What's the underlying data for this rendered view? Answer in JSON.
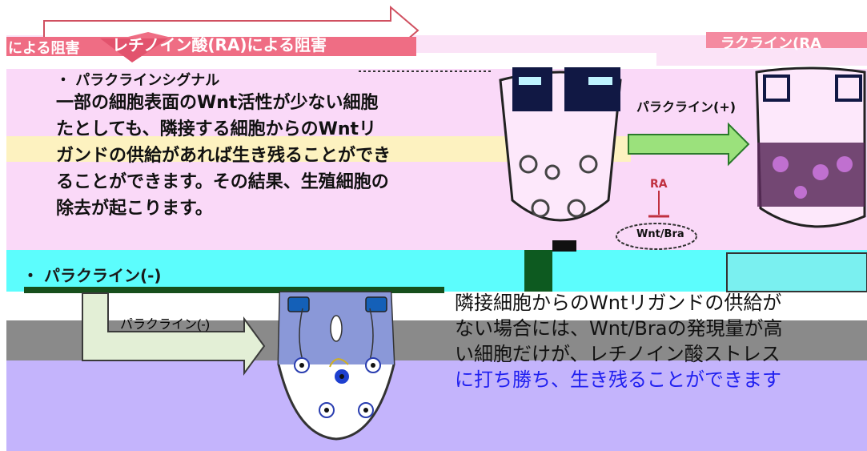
{
  "header": {
    "banner_left": "による阻害",
    "banner_center": "レチノイン酸(RA)による阻害",
    "banner_right": "ラクライン(RA"
  },
  "upper_section": {
    "bullet": "・ パラクラインシグナル",
    "text_lines": [
      "一部の細胞表面のWnt活性が少ない細胞",
      "たとしても、隣接する細胞からのWntリ",
      "ガンドの供給があれば生き残ることができ",
      "ることができます。その結果、生殖細胞の",
      "除去が起こります。"
    ],
    "arrow_label": "パラクライン(+)",
    "ra_label": "RA",
    "wnt_label": "Wnt/Bra"
  },
  "lower_section": {
    "bullet": "・ パラクライン(-)",
    "arrow_label": "パラクライン(-)",
    "text_lines": [
      "隣接細胞からのWntリガンドの供給が",
      "ない場合には、Wnt/Braの発現量が高",
      "い細胞だけが、レチノイン酸ストレス"
    ],
    "text_highlight": "に打ち勝ち、生き残ることができます"
  },
  "colors": {
    "band_pink": "#fad9f8",
    "band_cyan": "#5cfdfd",
    "band_gray": "#8a8a8a",
    "band_purple": "#c4b4fc",
    "band_yellow": "#fdf2c0",
    "banner_red": "#ef6d84",
    "arrow_green": "#9be17c",
    "cell_blue": "#2a3eb0",
    "highlight_text": "#2020f0"
  }
}
